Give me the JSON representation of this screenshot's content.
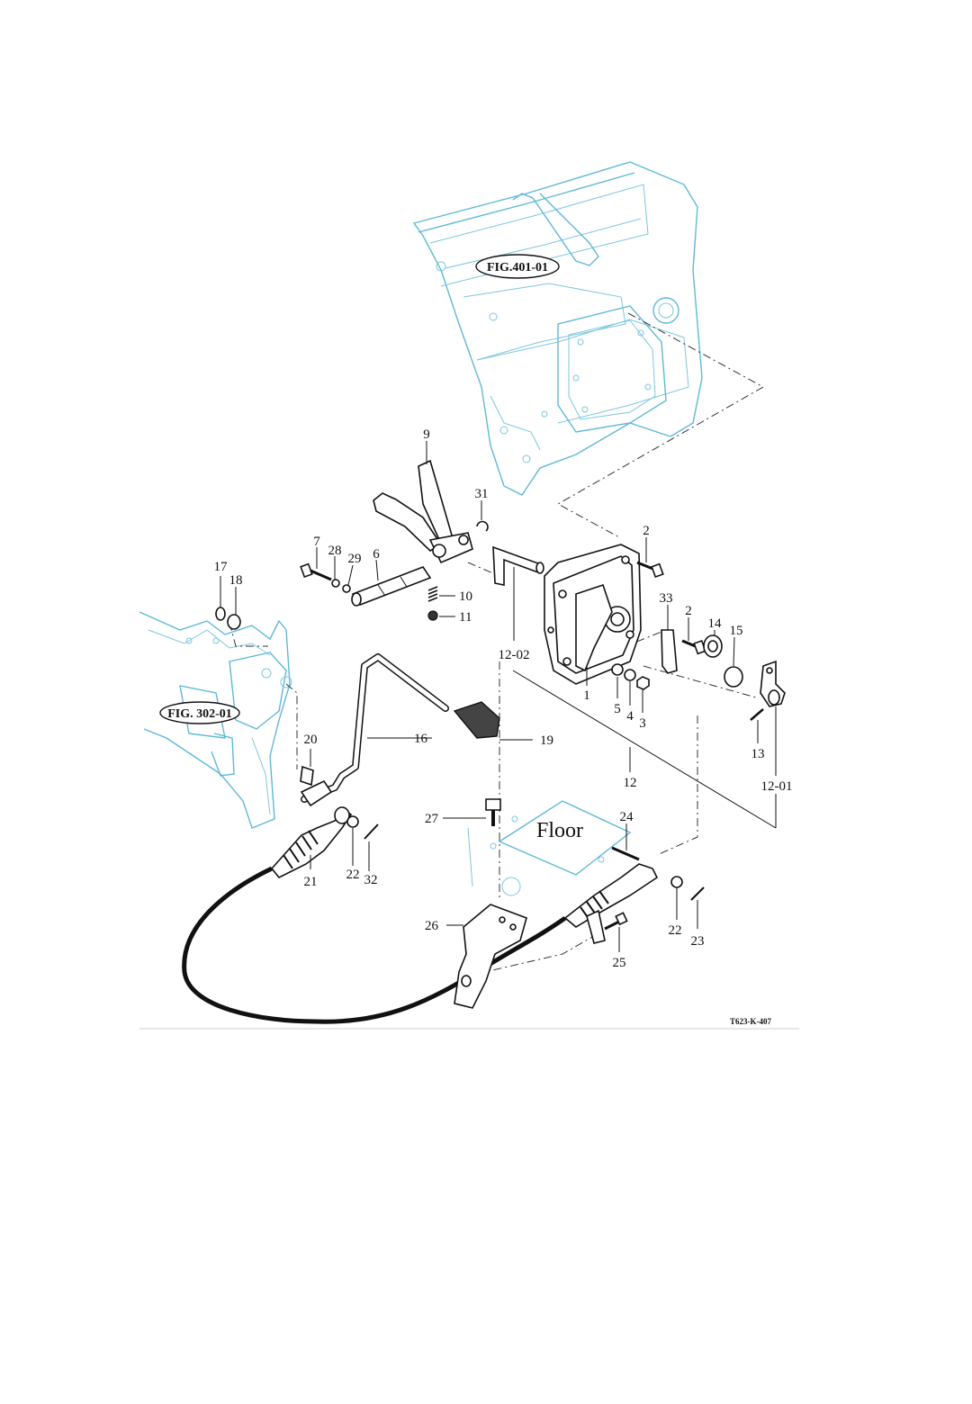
{
  "figure_refs": {
    "transmission_housing": "FIG.401-01",
    "pedal_bracket": "FIG. 302-01"
  },
  "floor_label": "Floor",
  "drawing_code": "T623-K-407",
  "callouts": {
    "c1": "1",
    "c2a": "2",
    "c2b": "2",
    "c3": "3",
    "c4": "4",
    "c5": "5",
    "c6": "6",
    "c7": "7",
    "c9": "9",
    "c10": "10",
    "c11": "11",
    "c12": "12",
    "c12_01": "12-01",
    "c12_02": "12-02",
    "c13": "13",
    "c14": "14",
    "c15": "15",
    "c16": "16",
    "c17": "17",
    "c18": "18",
    "c19": "19",
    "c20": "20",
    "c21": "21",
    "c22a": "22",
    "c22b": "22",
    "c23": "23",
    "c24": "24",
    "c25": "25",
    "c26": "26",
    "c27": "27",
    "c28": "28",
    "c29": "29",
    "c31": "31",
    "c32": "32",
    "c33": "33"
  },
  "colors": {
    "housing_lines": "#5fb8d6",
    "part_lines": "#111111"
  }
}
